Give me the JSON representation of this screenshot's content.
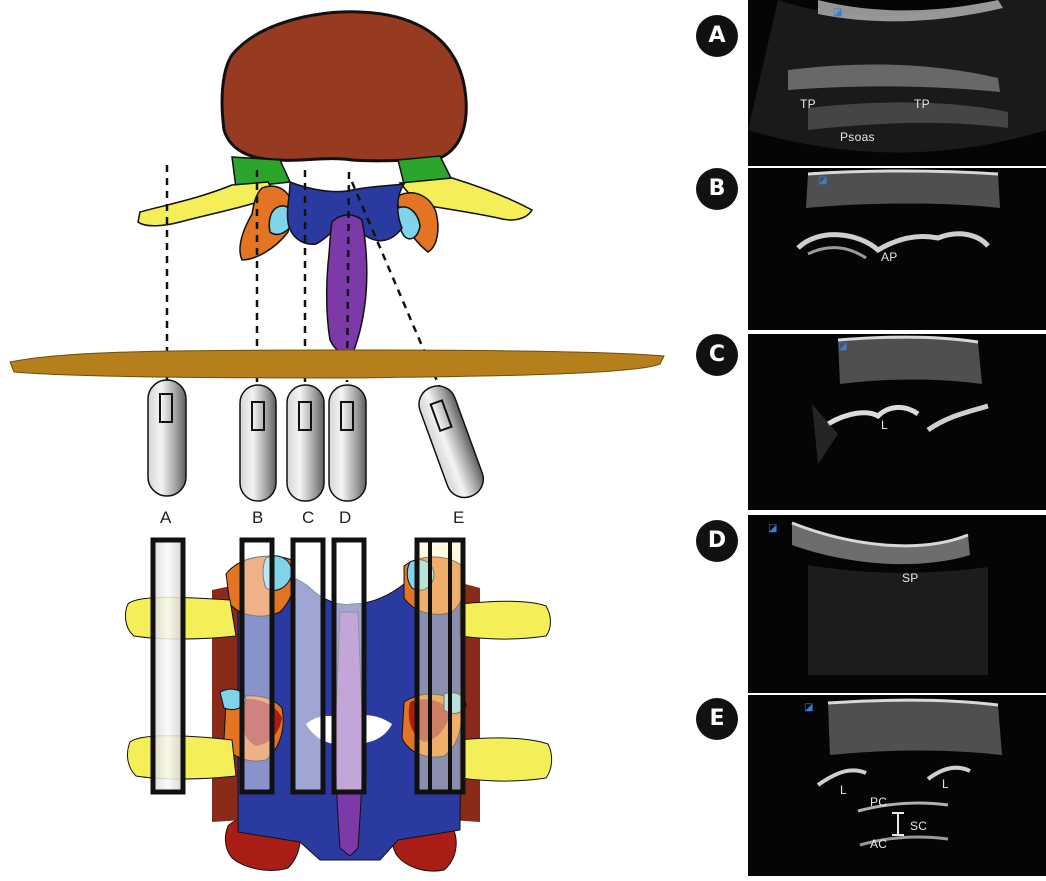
{
  "probe_labels": [
    "A",
    "B",
    "C",
    "D",
    "E"
  ],
  "panels": [
    {
      "badge": "A",
      "labels": [
        "TP",
        "TP",
        "Psoas"
      ]
    },
    {
      "badge": "B",
      "labels": [
        "AP"
      ]
    },
    {
      "badge": "C",
      "labels": [
        "L"
      ]
    },
    {
      "badge": "D",
      "labels": [
        "SP"
      ]
    },
    {
      "badge": "E",
      "labels": [
        "L",
        "L",
        "PC",
        "SC",
        "AC"
      ]
    }
  ],
  "colors": {
    "vertebral_body": "#963a22",
    "pedicle": "#2ca52c",
    "transverse_process": "#f4ef58",
    "articular_process": "#e27423",
    "facet": "#7fd4ea",
    "lamina": "#2b3aa0",
    "spinous_process": "#7b3aa8",
    "skin": "#b5801c",
    "lower_process": "#a81e16"
  }
}
